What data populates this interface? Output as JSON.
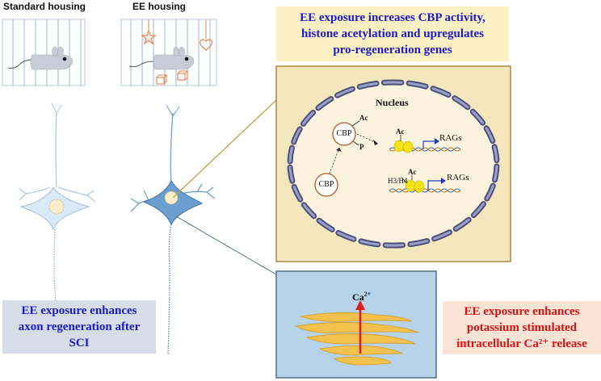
{
  "housing": {
    "standard_title": "Standard housing",
    "ee_title": "EE housing"
  },
  "callouts": {
    "top_line1": "EE exposure increases CBP activity,",
    "top_line2": "histone acetylation and upregulates",
    "top_line3": "pro-regeneration genes",
    "left_line1": "EE exposure enhances",
    "left_line2": "axon regeneration after",
    "left_line3": "SCI",
    "right_line1": "EE exposure enhances",
    "right_line2": "potassium stimulated",
    "right_line3": "intracellular Ca²⁺ release"
  },
  "nucleus": {
    "title": "Nucleus",
    "cbp_active": "CBP",
    "cbp_inactive": "CBP",
    "ac_label": "Ac",
    "p_label": "P",
    "gene_ac_1": "Ac",
    "gene_ac_2": "Ac",
    "rags_1": "RAGs",
    "rags_2": "RAGs",
    "histone_label": "H3/H4"
  },
  "calcium": {
    "ion": "Ca",
    "charge": "2+"
  },
  "colors": {
    "callout_text_blue": "#1a1ad0",
    "callout_text_red": "#e01010",
    "top_callout_bg": "#fbefc4",
    "left_callout_bg": "#d6dde6",
    "right_callout_bg": "#fbe3d6",
    "nucleus_panel_bg": "#f5e7bd",
    "nucleus_panel_border": "#a98a4a",
    "calcium_panel_bg": "#b6d3ea",
    "calcium_panel_border": "#4e6f8c",
    "neuron_standard": "#d9e9f7",
    "neuron_ee": "#6b9fd0",
    "cage_line": "#9bb8d4",
    "toy_color": "#e8834a",
    "er_color": "#f2c14e",
    "arrow_red": "#d81b1b",
    "yellow_histone": "#f3e21a"
  }
}
